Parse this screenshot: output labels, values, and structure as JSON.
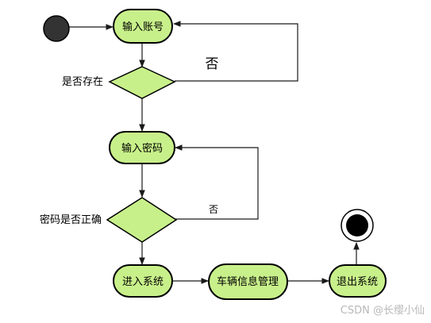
{
  "diagram": {
    "colors": {
      "node_fill": "#c8f08a",
      "node_stroke": "#000000",
      "start_fill": "#333333",
      "end_fill": "#000000",
      "edge": "#1a1a1a"
    },
    "nodes": {
      "input_account": "输入账号",
      "input_password": "输入密码",
      "enter_system": "进入系统",
      "vehicle_management": "车辆信息管理",
      "exit_system": "退出系统"
    },
    "decisions": {
      "account_exists": "是否存在",
      "password_correct": "密码是否正确"
    },
    "edge_labels": {
      "account_no": "否",
      "password_no": "否"
    }
  },
  "watermark": "CSDN @长缨小仙"
}
